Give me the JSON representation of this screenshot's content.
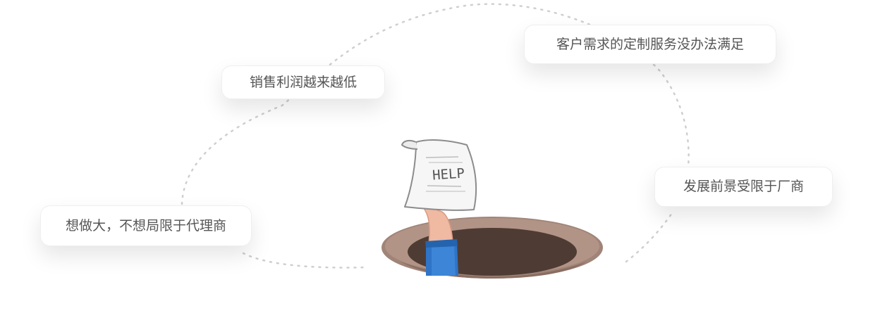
{
  "bubbles": {
    "top_right": "客户需求的定制服务没办法满足",
    "top_left": "销售利润越来越低",
    "right": "发展前景受限于厂商",
    "left": "想做大，不想局限于代理商"
  },
  "sign": {
    "text": "HELP"
  },
  "colors": {
    "dashed_path": "#cccccc",
    "hole_rim": "#a08478",
    "hole_inner": "#4e3c34",
    "sleeve": "#2f74c6",
    "skin": "#f0b9a2",
    "paper": "#f6f6f6"
  }
}
